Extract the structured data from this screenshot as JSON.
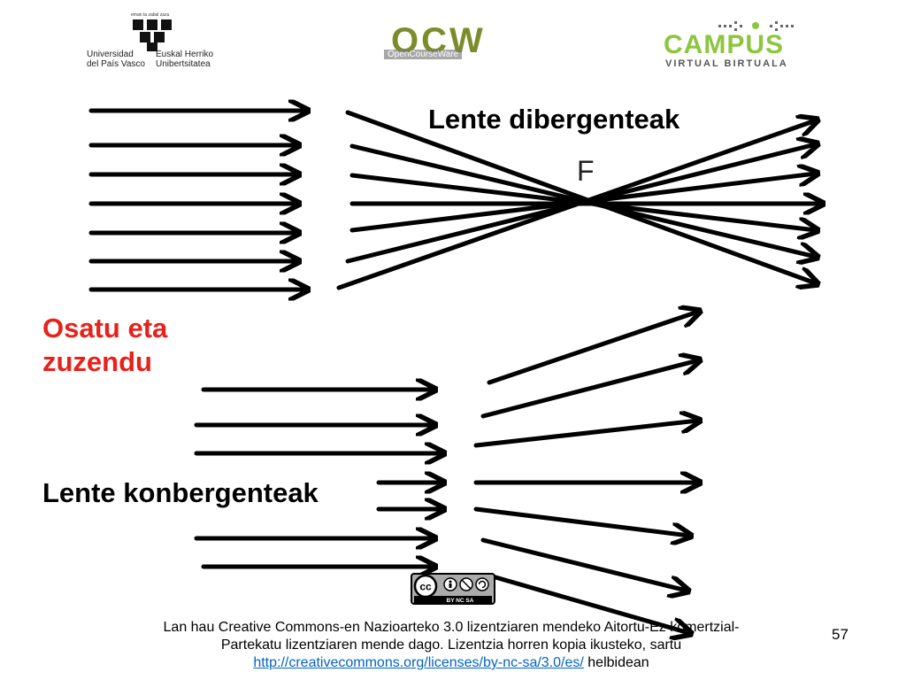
{
  "header": {
    "upv": {
      "motto": "eman ta zabal zazu",
      "left_line1": "Universidad",
      "left_line2": "del País Vasco",
      "right_line1": "Euskal Herriko",
      "right_line2": "Unibertsitatea"
    },
    "ocw": {
      "mark": "OCW",
      "subtitle": "OpenCourseWare"
    },
    "campus": {
      "title": "CAMPUS",
      "subtitle": "VIRTUAL BIRTUALA"
    }
  },
  "slide": {
    "divergent_title": "Lente dibergenteak",
    "focus_label": "F",
    "instruction_line1": "Osatu eta",
    "instruction_line2": "zuzendu",
    "convergent_title": "Lente konbergenteak",
    "page_number": "57"
  },
  "license": {
    "badge_cc": "cc",
    "badge_terms": "BY NC SA",
    "text_line1": "Lan hau Creative Commons-en Nazioarteko 3.0 lizentziaren mendeko Aitortu-Ez komertzial-",
    "text_line2": "Partekatu lizentziaren mende dago.  Lizentzia horren kopia ikusteko, sartu",
    "link": "http://creativecommons.org/licenses/by-nc-sa/3.0/es/",
    "text_after_link": " helbidean"
  },
  "colors": {
    "ray": "#000000",
    "instruction": "#e8211b",
    "ocw": "#7c8c2a",
    "campus": "#8cc63f",
    "link": "#0563c1"
  }
}
